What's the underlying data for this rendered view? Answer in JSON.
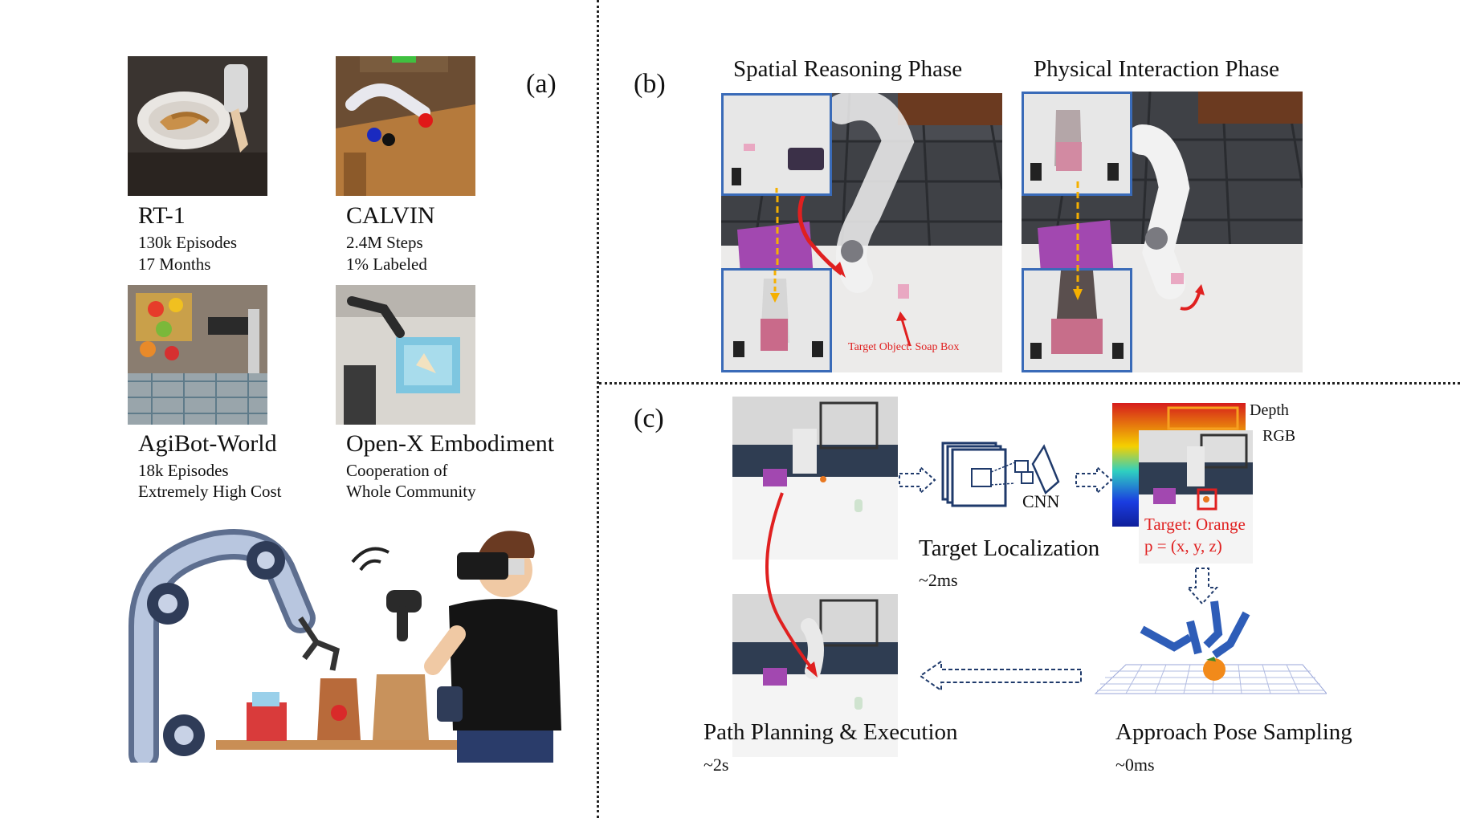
{
  "panel_a": {
    "label": "(a)",
    "datasets": [
      {
        "name": "RT-1",
        "line1": "130k Episodes",
        "line2": "17 Months"
      },
      {
        "name": "CALVIN",
        "line1": "2.4M Steps",
        "line2": "1% Labeled"
      },
      {
        "name": "AgiBot-World",
        "line1": "18k Episodes",
        "line2": "Extremely High Cost"
      },
      {
        "name": "Open-X Embodiment",
        "line1": "Cooperation of",
        "line2": "Whole Community"
      }
    ]
  },
  "panel_b": {
    "label": "(b)",
    "phase1_title": "Spatial Reasoning Phase",
    "phase2_title": "Physical Interaction Phase",
    "target_annotation": "Target Object: Soap Box"
  },
  "panel_c": {
    "label": "(c)",
    "cnn_label": "CNN",
    "depth_label": "Depth",
    "rgb_label": "RGB",
    "target_label": "Target: Orange",
    "position_label": "p = (x, y, z)",
    "steps": {
      "localization": {
        "title": "Target Localization",
        "time": "~2ms"
      },
      "sampling": {
        "title": "Approach Pose Sampling",
        "time": "~0ms"
      },
      "planning": {
        "title": "Path Planning & Execution",
        "time": "~2s"
      }
    }
  },
  "colors": {
    "inset_border": "#3a6bb8",
    "trajectory_red": "#e02020",
    "guide_yellow": "#f5b000",
    "arrow_navy": "#1f3a6b"
  }
}
